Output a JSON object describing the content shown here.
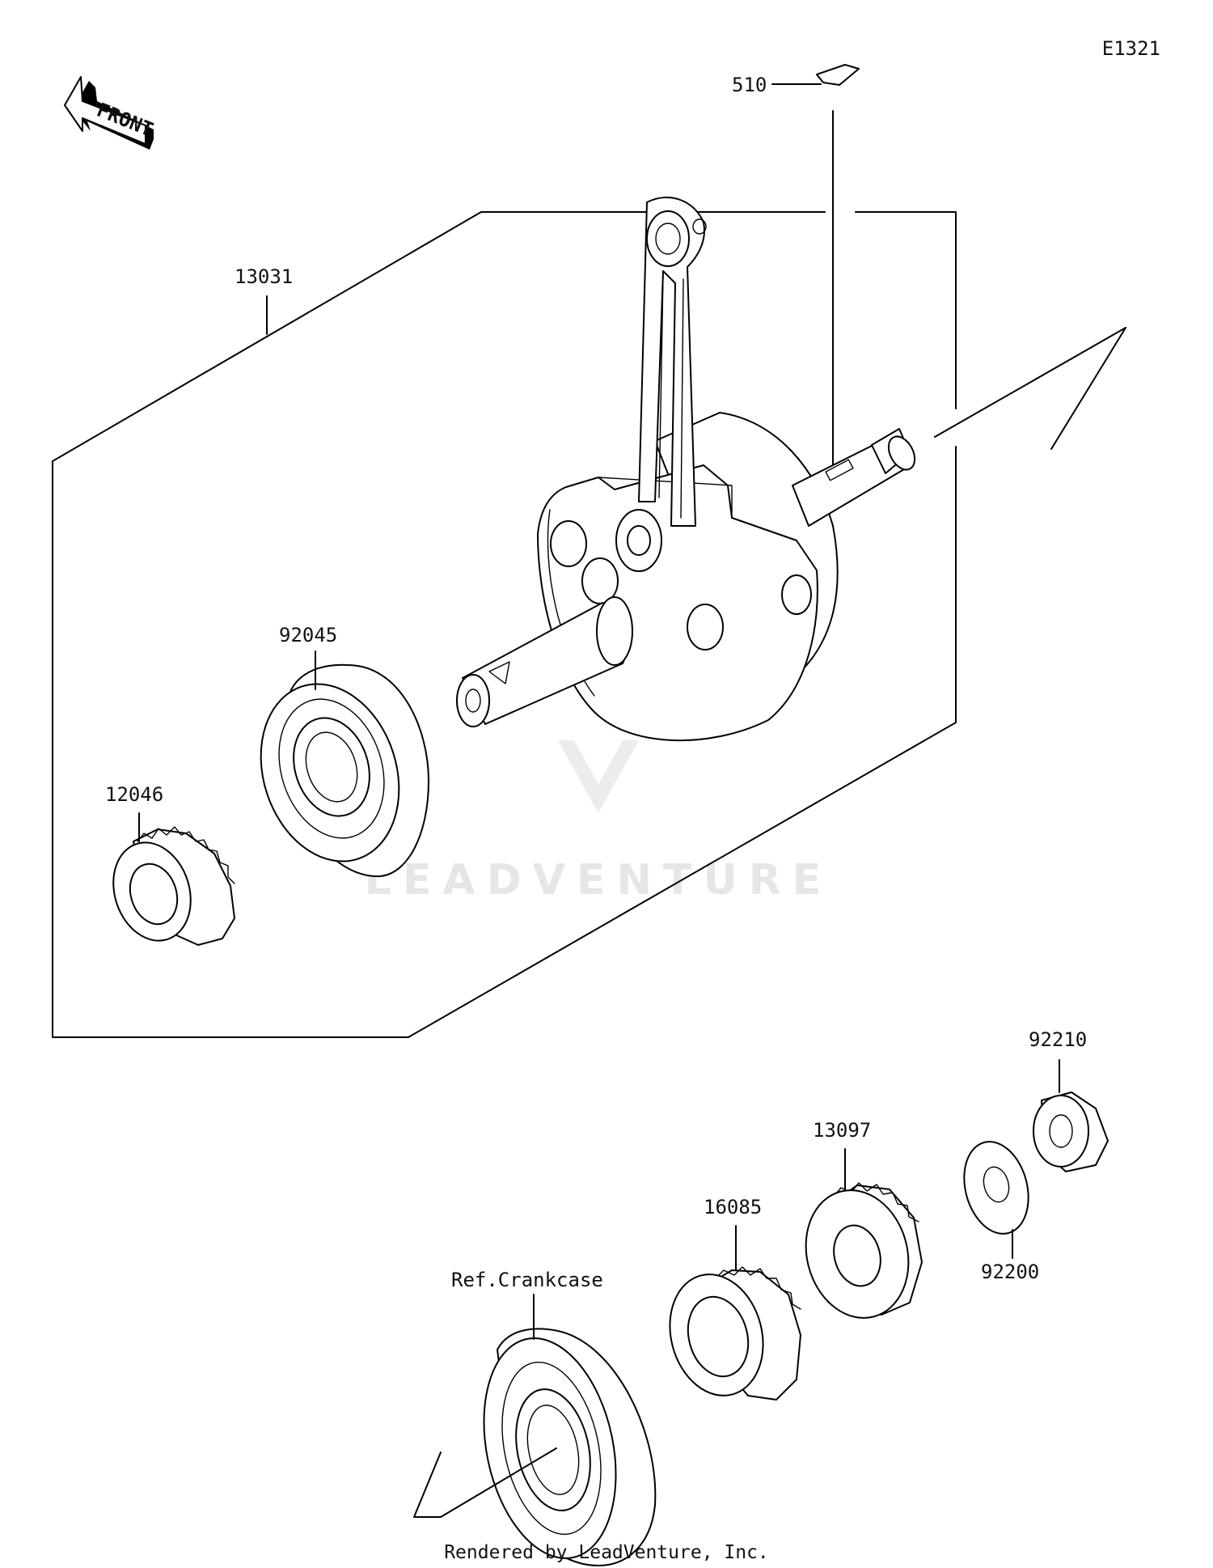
{
  "diagram_code": "E1321",
  "front_label": "FRONT",
  "parts": {
    "p510": "510",
    "p13031": "13031",
    "p92045": "92045",
    "p12046": "12046",
    "p92210": "92210",
    "p13097": "13097",
    "p16085": "16085",
    "p92200": "92200",
    "ref_crankcase": "Ref.Crankcase"
  },
  "watermark": "LEADVENTURE",
  "footer": "Rendered by LeadVenture, Inc."
}
